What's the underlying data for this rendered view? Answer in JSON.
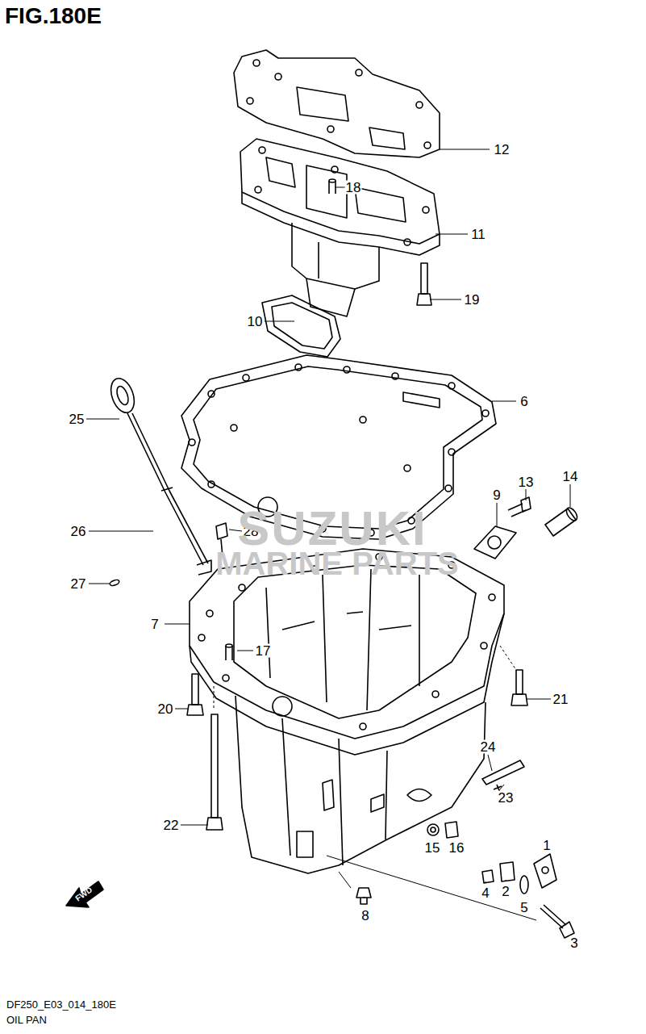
{
  "diagram": {
    "title": "FIG.180E",
    "labels": [
      "12",
      "18",
      "11",
      "19",
      "10",
      "6",
      "25",
      "13",
      "14",
      "9",
      "26",
      "28",
      "27",
      "7",
      "17",
      "20",
      "21",
      "24",
      "23",
      "22",
      "15",
      "16",
      "4",
      "2",
      "5",
      "1",
      "3",
      "8",
      "SUZUKI",
      "MARINE PARTS",
      "FWD",
      "DF250_E03_014_180E",
      "OIL PAN"
    ]
  }
}
